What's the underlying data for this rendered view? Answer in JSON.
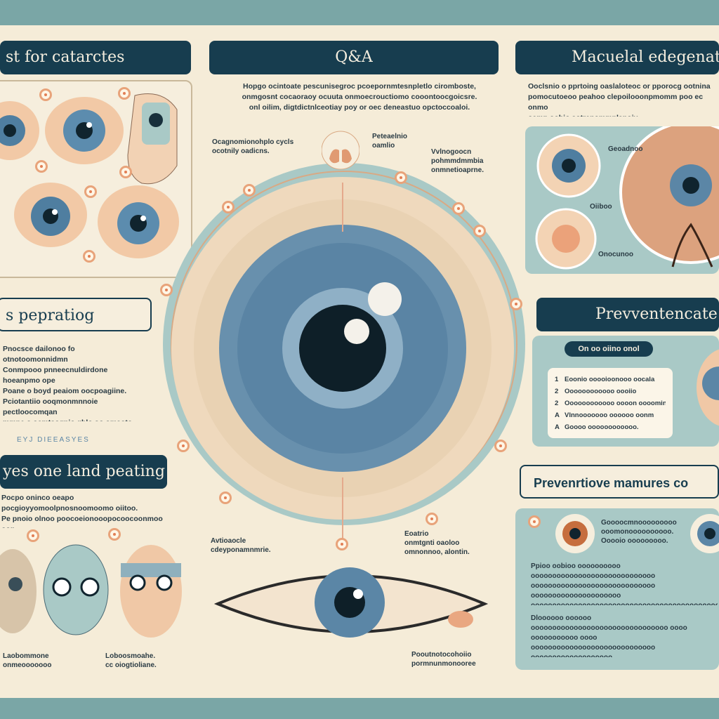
{
  "palette": {
    "teal": "#7aa6a6",
    "navy": "#173d4f",
    "cream": "#f5ecd8",
    "peach": "#e8a37a",
    "iris": "#5b86a6"
  },
  "banners": {
    "cataracts": "st for catarctes",
    "qa": "Q&A",
    "macular": "Macuelal edegenat",
    "preparing": "s pepratiog",
    "preventencate": "Prevventencate",
    "land": "yes one land peating",
    "preventive": "Prevenrtiove mamures  co"
  },
  "qa_intro": "Hopgo ocintoate pescunisegroc pcoepornmtesnpletlo ciromboste,\nonmgosnt cocaoraoy ocuuta onmoecrouctiomo cooontoocgoicsre.\nonl oilim, digtdictnlceotiay poy or oec deneastuo opctoccoaloi.",
  "callouts": {
    "top_left": "Ocagnomionohplo cycls\nocotnily oadicns.",
    "top_mid": "Peteaelnio\noamlio",
    "top_right": "Vvlnogoocn\npohmmdmmbia\nonmnetioaprne.",
    "bottom_left": "Avtioaocle\ncdeyponamnmrie.",
    "bottom_right": "Eoatrio\nonmtgnti oaoloo\nomnonnoo, alontin.",
    "lower_eye": "Pooutnotocohoiio\npormnunmonooree",
    "heads_left": "Laobommone\nonmeooooooo",
    "heads_right": "Loboosmoahe.\ncc oiogtioliane."
  },
  "macular_text": "Ooclsnio o pprtoing oaslaloteoc or pporocg ootnina\npomocutoeoo peahoo clepoilooonpmomm poo ec onmo\noamp oohio sotrepommnlanoiy pooreoonroooooomnpo.",
  "macular_labels": {
    "a": "Geoadnoo",
    "b": "Oiiboo",
    "c": "Onocunoo"
  },
  "preparing_text": "Pnocsce dailonoo fo otnotoomonnidmn\nConmpooo pnneecnuldirdone hoeanpmo ope\nPoane o boyd peaiom oocpoagiine.\nPciotantiio ooqmonmnnoie pectloocomqan\nmmne o ocmtsogpio ghlo oo omaoto peantea.\noroncpimrenmoo ooomp cyp nhmpocalemmon.",
  "eye_diseases_label": "EYJ DIEEASYES",
  "land_text": "Pocpo oninco oeapo pocgioyyomoolpnosnoomoomo oiitoo.\nPe pnoio olnoo poocoeionooopocoocoonmoo oop.\nPpoo oocmonpoooooooooooooommooooonmooo.",
  "prevent_pill": "On oo oiino onol",
  "prevent_list": [
    {
      "num": "1",
      "text": "Eoonio ooooioonooo oocala"
    },
    {
      "num": "2",
      "text": "Oooooooooooo oooiio"
    },
    {
      "num": "2",
      "text": "Oooooooooooo oooon oooomin"
    },
    {
      "num": "A",
      "text": "Vlnnooooooo oooooo oonm"
    },
    {
      "num": "A",
      "text": "Goooo oooooooooooo."
    }
  ],
  "preventive_caption": "Goooocmnooooooooo\nooomonoooooooooo.\nOoooio ooooooooo.",
  "preventive_para1": "Ppioo oobioo oooooooooo ooooooooooooooooooooooooooooo\nooooooooooooooooooooooooooooo ooooooooooooooooooooo\nooooooooooooooooooooooooooooooooooooooooooooooooo\nooooo ooooooooooo.",
  "preventive_para2": "Dloooooo oooooo oooooooooooooooooooooooooooooooo oooo\nooooooooooo oooo ooooooooooooooooooooooooooooo\nooooooooooooooooooo ooooooooooooooooooooooooo\npoooooooooooooooooooooo."
}
